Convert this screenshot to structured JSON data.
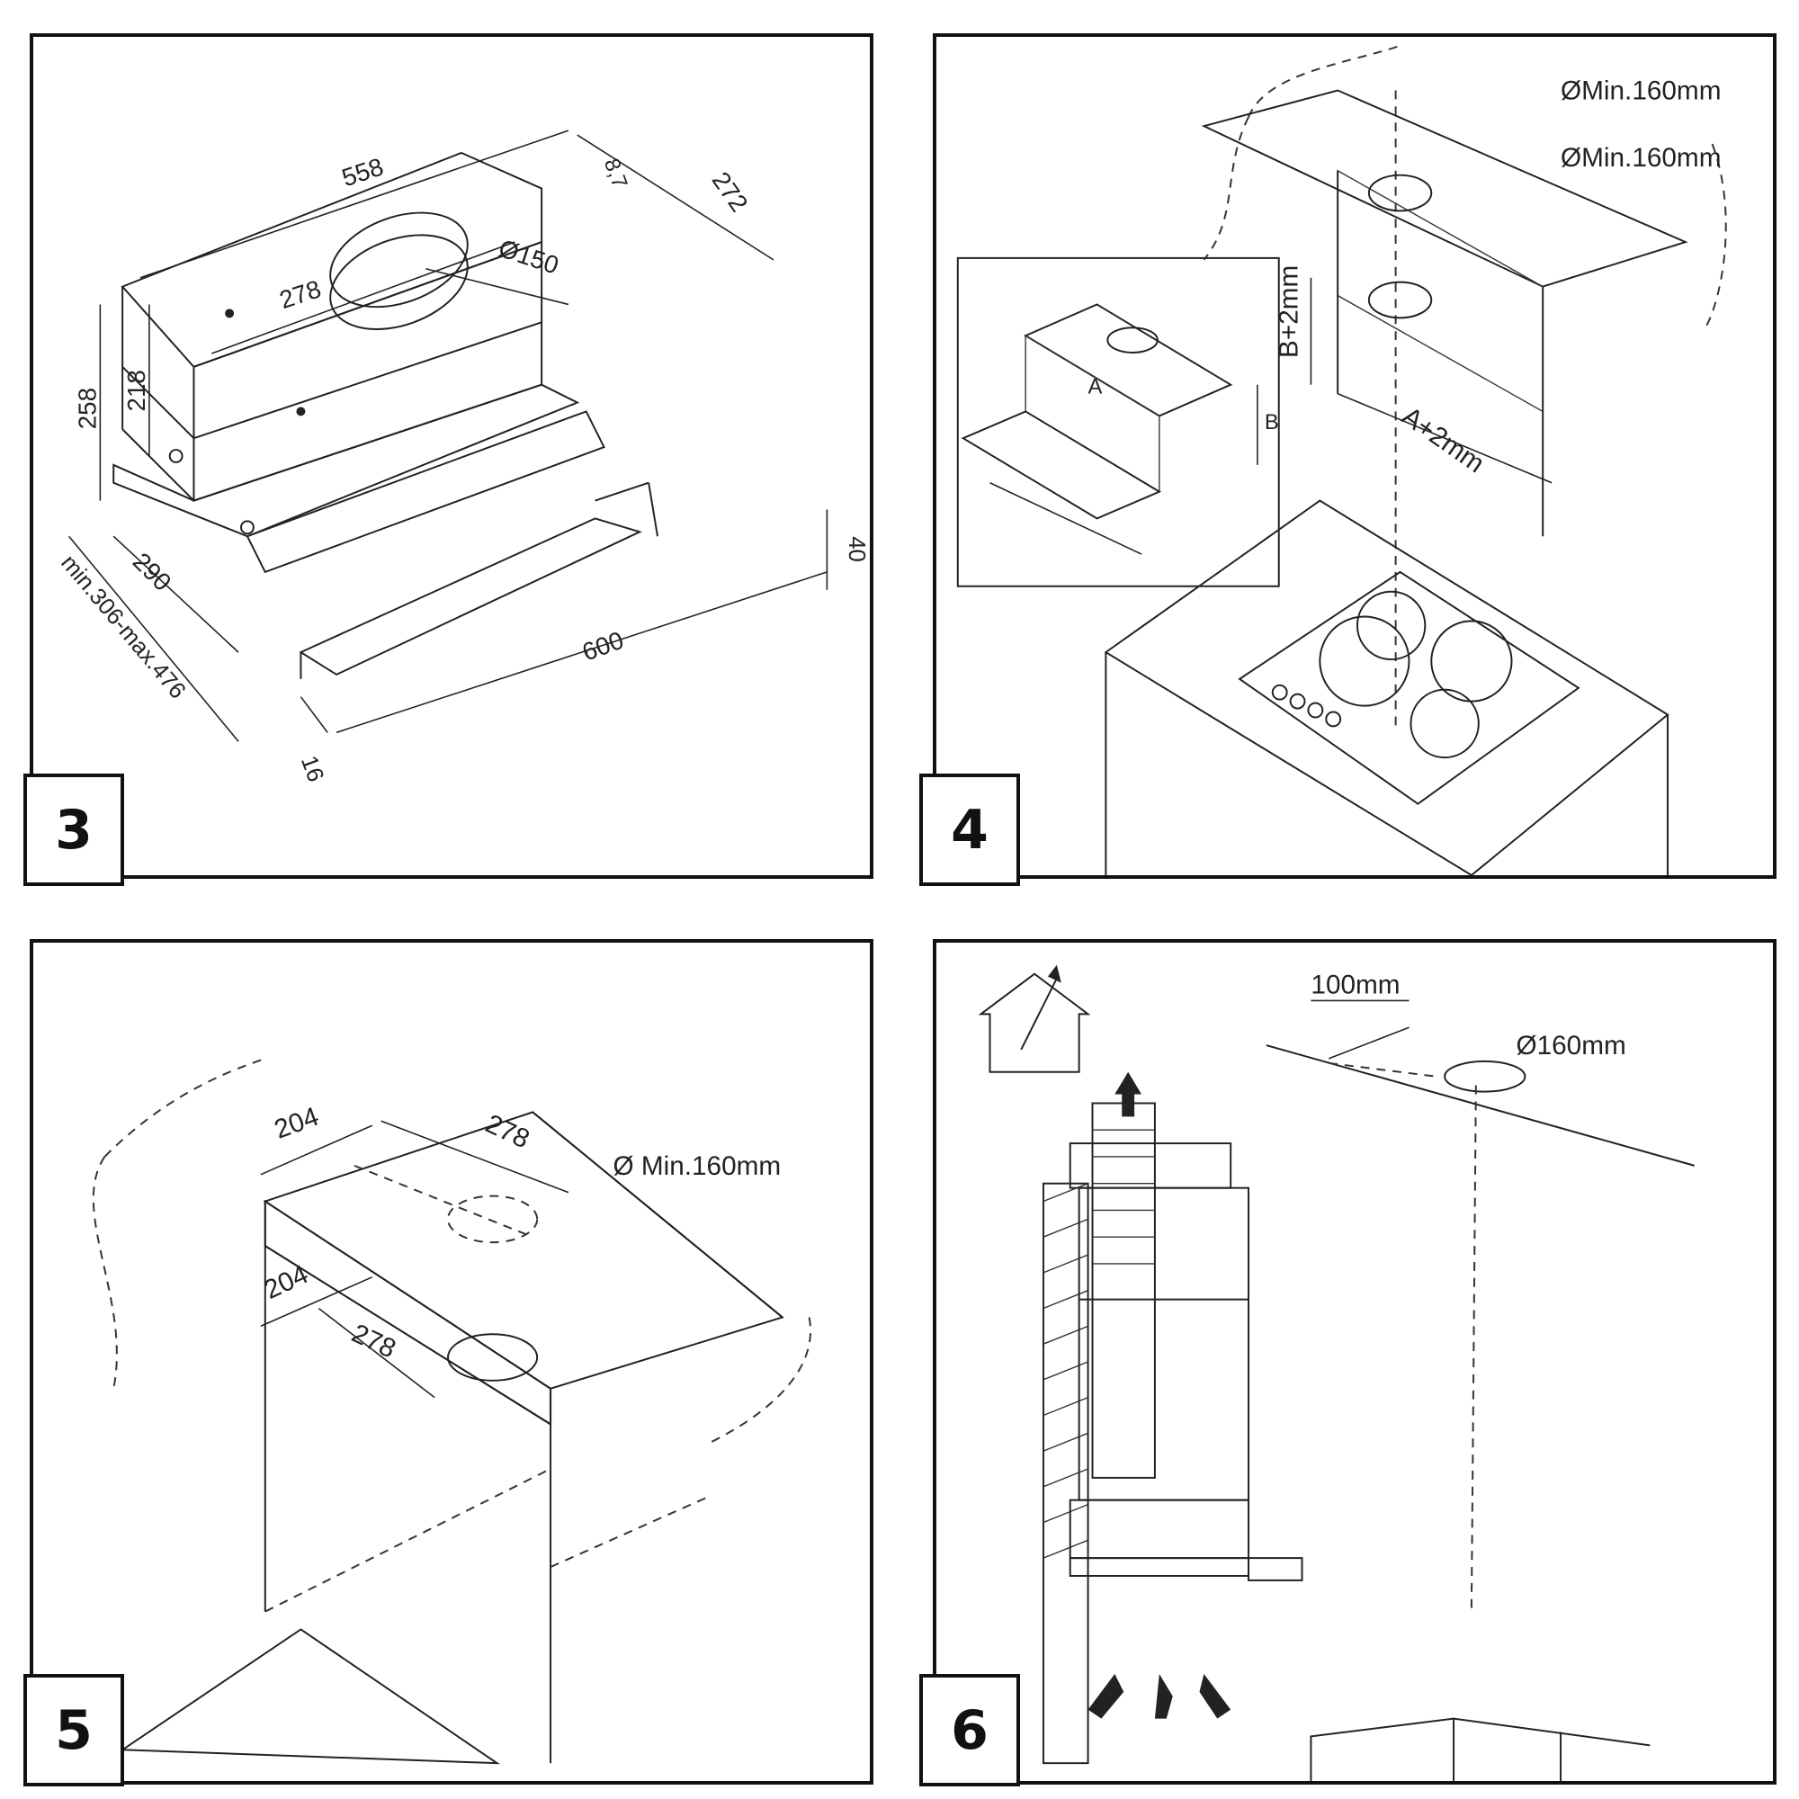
{
  "panels": [
    {
      "number": "3",
      "dimensions": {
        "d558": "558",
        "d8_7": "8,7",
        "d272": "272",
        "d278": "278",
        "d150": "Ø150",
        "d258": "258",
        "d218": "218",
        "d290": "290",
        "dMinMax": "min.306-max.476",
        "d600": "600",
        "d40": "40",
        "d16": "16"
      }
    },
    {
      "number": "4",
      "labels": {
        "minTop": "ØMin.160mm",
        "minBottom": "ØMin.160mm",
        "bPlus": "B+2mm",
        "aPlus": "A+2mm",
        "a": "A",
        "b": "B"
      }
    },
    {
      "number": "5",
      "labels": {
        "d204Top": "204",
        "d278Top": "278",
        "min160": "Ø Min.160mm",
        "d204Bottom": "204",
        "d278Bottom": "278"
      }
    },
    {
      "number": "6",
      "labels": {
        "d100": "100mm",
        "d160": "Ø160mm"
      },
      "icons": [
        "house-exhaust-icon",
        "up-arrow-icon",
        "airflow-arrow-icon"
      ]
    }
  ]
}
